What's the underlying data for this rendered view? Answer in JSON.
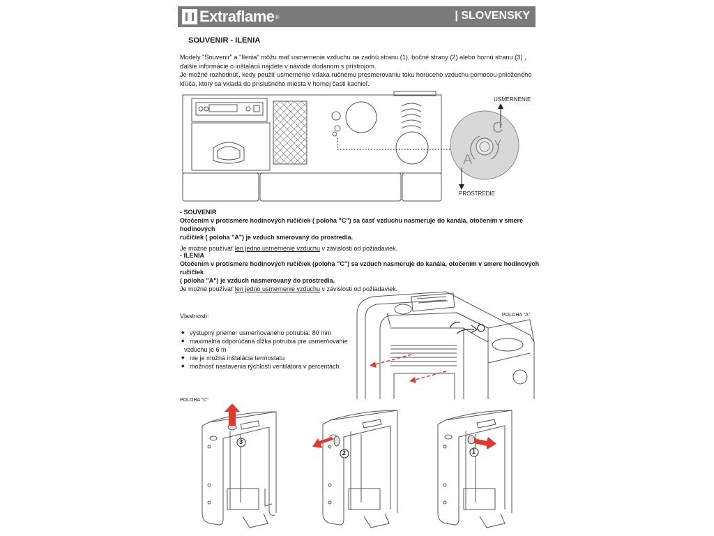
{
  "header": {
    "brand": "Extraflame",
    "registered": "®",
    "language": "| SLOVENSKY"
  },
  "section_title": "SOUVENIR - ILENIA",
  "intro": {
    "line1": "Modely \"Souvenir\" a \"Ilenia\" môžu mať usmernenie vzduchu na zadnú stranu (1), bočné strany (2) alebo hornú stranu (3) ,",
    "line2": "ďalšie informácie o inštalácii nájdete v návode dodanom s prístrojom.",
    "line3": "Je možné rozhodnúť, kedy použiť usmernenie  vďaka ručnému presmerovaniu toku horúceho vzduchu pomocou priloženého",
    "line4": "kľúča, ktorý sa vkladá do príslušného miesta v hornej časti kachieľ."
  },
  "diagram_top": {
    "label_top": "USMERNENIE",
    "label_bottom": "PROSTREDIE",
    "letter_c": "C",
    "letter_a": "A"
  },
  "souvenir": {
    "heading": "- SOUVENIR",
    "bold1": "Otočením v protismere hodinových ručičiek ( poloha \"C\") sa časť vzduchu nasmeruje do kanála, otočením v smere hodinových",
    "bold2": "ručičiek ( poloha \"A\") je vzduch smerovaný do prostredia.",
    "note_pre": "Je možné používať ",
    "note_u": "len jedno usmernenie vzduchu",
    "note_post": " v závislosti od požiadaviek."
  },
  "ilenia": {
    "heading": "- ILENIA",
    "bold1": "Otočením v protismere hodinových ručičiek (poloha \"C\") sa vzduch nasmeruje do kanála, otočením v smere hodinových ručičiek",
    "bold2": "( poloha \"A\") je vzduch nasmerovaný do prostredia.",
    "note_pre": "Je možné používať ",
    "note_u": "len jedno usmernenie vzduchu",
    "note_post": " v závislosti od požiadaviek."
  },
  "properties": {
    "title": "Vlastnosti:",
    "items": [
      "výstupný priemer usmerňovaného potrubia: 80 mm",
      "maximálna odporúčaná dĺžka potrubia pre usmerňovanie",
      "vzduchu je 6 m",
      "nie je možná inštalácia termostatu",
      "možnosť nastavenia rýchlosti ventilátora v percentách."
    ]
  },
  "position_labels": {
    "a": "POLOHA \"A\"",
    "c": "POLOHA \"C\""
  },
  "outlet_numbers": [
    "3",
    "2",
    "1"
  ],
  "colors": {
    "banner": "#7b7b7b",
    "arrow_red": "#e03a2e",
    "line": "#555555"
  }
}
